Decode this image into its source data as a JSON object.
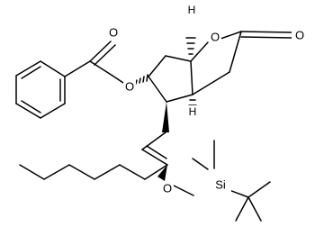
{
  "molecule": {
    "atoms": [
      {
        "id": "O_carbonyl_benzoyl",
        "label": "O"
      },
      {
        "id": "O_ester",
        "label": "O"
      },
      {
        "id": "O_ring",
        "label": "O"
      },
      {
        "id": "O_lactone_carbonyl",
        "label": "O"
      },
      {
        "id": "H_top",
        "label": "H"
      },
      {
        "id": "H_bottom",
        "label": "H"
      },
      {
        "id": "O_silyl_ether",
        "label": "O"
      },
      {
        "id": "Si",
        "label": "Si"
      }
    ]
  }
}
